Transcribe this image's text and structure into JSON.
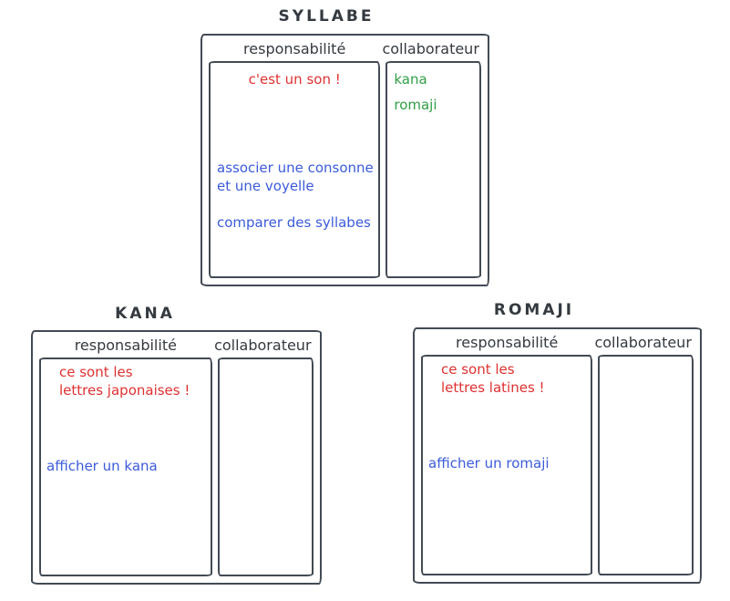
{
  "colors": {
    "stroke": "#424a54",
    "heading": "#343a40",
    "red": "#e03131",
    "blue": "#3b5bdb",
    "green": "#2f9e44"
  },
  "cards": [
    {
      "title": "SYLLABE",
      "headers": {
        "responsibility": "responsabilité",
        "collaborator": "collaborateur"
      },
      "note": "c'est un son !",
      "responsibilities": [
        "associer une consonne\net une voyelle",
        "comparer des syllabes"
      ],
      "collaborators": [
        "kana",
        "romaji"
      ]
    },
    {
      "title": "KANA",
      "headers": {
        "responsibility": "responsabilité",
        "collaborator": "collaborateur"
      },
      "note": "ce sont les\nlettres japonaises !",
      "responsibilities": [
        "afficher un kana"
      ],
      "collaborators": []
    },
    {
      "title": "ROMAJI",
      "headers": {
        "responsibility": "responsabilité",
        "collaborator": "collaborateur"
      },
      "note": "ce sont les\nlettres latines !",
      "responsibilities": [
        "afficher un romaji"
      ],
      "collaborators": []
    }
  ]
}
